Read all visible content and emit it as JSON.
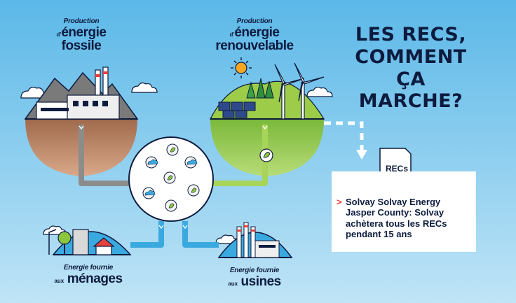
{
  "title": {
    "line1": "LES RECS,",
    "line2": "COMMENT",
    "line3": "ÇA MARCHE?"
  },
  "fossil": {
    "production_label": "Production",
    "de": "d'",
    "big": "énergie",
    "big2": "fossile"
  },
  "renewable": {
    "production_label": "Production",
    "de": "d'",
    "big": "énergie",
    "big2": "renouvelable"
  },
  "households": {
    "small": "Energie fournie",
    "aux": "aux",
    "big": "ménages"
  },
  "factories": {
    "small": "Energie fournie",
    "aux": "aux",
    "big": "usines"
  },
  "recs_card": {
    "badge": "RECs",
    "bullet": ">",
    "text": "Solvay Solvay Energy Jasper County: Solvay achètera tous les RECs pendant 15 ans"
  },
  "colors": {
    "sky": "#5bb8e8",
    "fossil_ground": "#b87d5e",
    "renewable_ground": "#8cc63f",
    "fossil_flow": "#7f7f7f",
    "renewable_flow": "#9ccc48",
    "delivery_flow": "#3aa9e0",
    "navy": "#0d1b3e",
    "red_accent": "#e8403a"
  }
}
